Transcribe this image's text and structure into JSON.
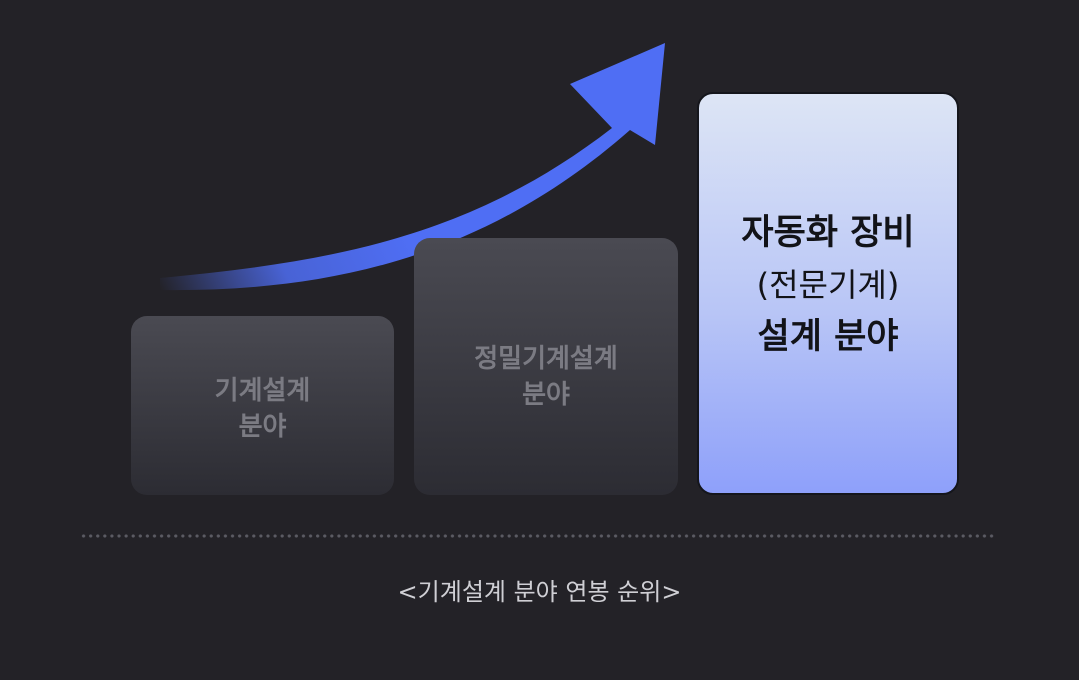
{
  "steps": [
    {
      "line1": "기계설계",
      "line2": "분야"
    },
    {
      "line1": "정밀기계설계",
      "line2": "분야"
    },
    {
      "line1": "자동화 장비",
      "line2": "(전문기계)",
      "line3": "설계 분야"
    }
  ],
  "caption": "<기계설계 분야 연봉 순위>",
  "colors": {
    "background": "#232227",
    "arrow": "#4f6ef4",
    "highlight_top": "#dde5f5",
    "highlight_bottom": "#8ea0fa",
    "dim_box": "#4a4a52",
    "dim_text": "#7b7b83",
    "caption_text": "#cfcfd4"
  }
}
